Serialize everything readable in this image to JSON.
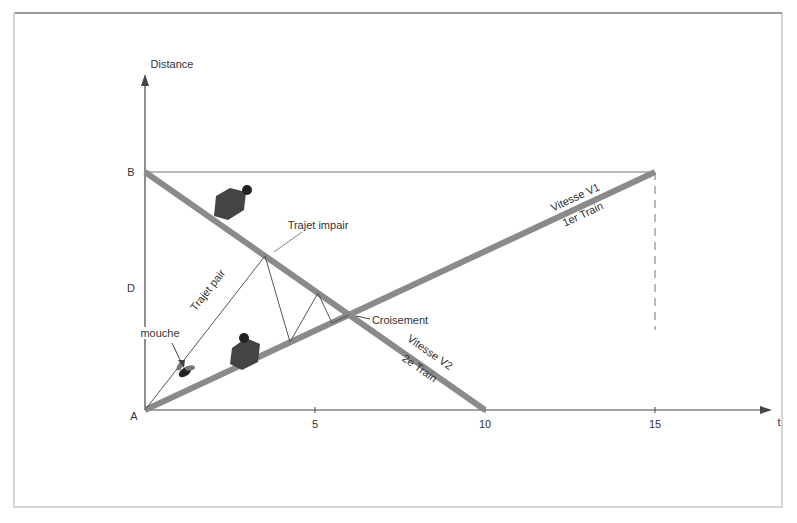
{
  "diagram": {
    "labels": [
      "Distance",
      "B",
      "D",
      "A",
      "5",
      "10",
      "15",
      "t",
      "Trajet pair",
      "Trajet impair",
      "mouche",
      "Croisement",
      "Vitesse V1",
      "1er Train",
      "Vitesse V2",
      "2e Train"
    ]
  }
}
